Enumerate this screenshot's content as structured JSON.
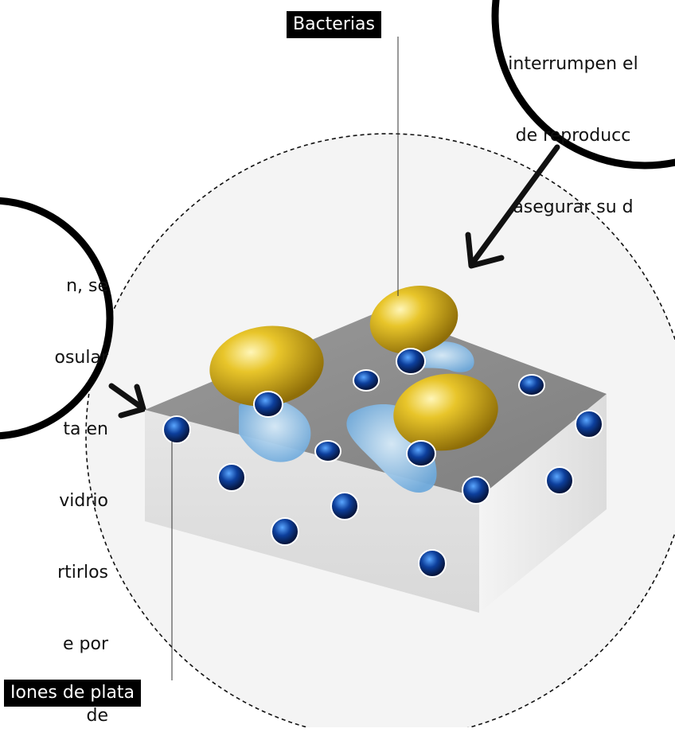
{
  "labels": {
    "bacteria": "Bacterias",
    "silver_ions": "Iones de plata"
  },
  "callouts": {
    "left_lines": [
      "n, se",
      "osular",
      "ta en",
      "vidrio",
      "rtirlos",
      "e por",
      "de"
    ],
    "right_lines": [
      "interrumpen el",
      "de reproducc",
      "asegurar su d"
    ]
  },
  "colors": {
    "bacteria": "#d9b21a",
    "ion": "#0b3a8c",
    "surface_top": "#8e8e8e",
    "surface_side": "#e2e2e2",
    "fluid": "#8fc3e8"
  }
}
